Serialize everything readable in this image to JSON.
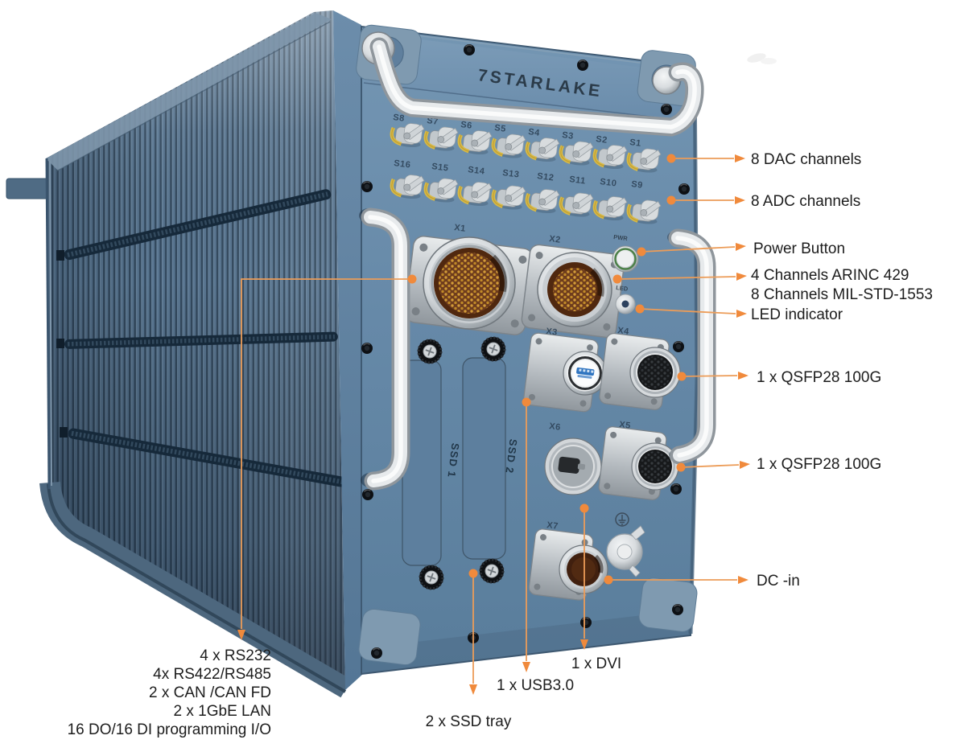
{
  "brand": {
    "logo": "7STARLAKE"
  },
  "front_panel": {
    "dip_switch_labels_top_row": [
      "S8",
      "S7",
      "S6",
      "S5",
      "S4",
      "S3",
      "S2",
      "S1"
    ],
    "dip_switch_labels_bottom_row": [
      "S16",
      "S15",
      "S14",
      "S13",
      "S12",
      "S11",
      "S10",
      "S9"
    ],
    "connector_labels": {
      "x1": "X1",
      "x2": "X2",
      "x3": "X3",
      "x4": "X4",
      "x5": "X5",
      "x6": "X6",
      "x7": "X7",
      "power": "PWR",
      "led": "LED"
    },
    "drive_bay_labels": {
      "ssd1": "SSD 1",
      "ssd2": "SSD 2"
    }
  },
  "callouts": {
    "dac": "8 DAC channels",
    "adc": "8 ADC channels",
    "power_button": "Power Button",
    "arinc_line_1": "4 Channels ARINC 429",
    "arinc_line_2": "8 Channels MIL-STD-1553",
    "led_indicator": "LED indicator",
    "qsfp_top": "1 x QSFP28 100G",
    "qsfp_bottom": "1 x QSFP28 100G",
    "dc_in": "DC -in",
    "dvi": "1 x DVI",
    "usb": "1 x USB3.0",
    "ssd_tray": "2 x SSD tray",
    "serial_io_lines": [
      "4 x RS232",
      "4x RS422/RS485",
      "2 x CAN /CAN FD",
      "2 x 1GbE LAN",
      "16 DO/16 DI programming I/O"
    ]
  },
  "colors": {
    "accent_orange": "#EF8C3B",
    "chassis_blue": "#6488A6",
    "fin_dark": "#31485C",
    "label_text": "#1D1D1D"
  }
}
